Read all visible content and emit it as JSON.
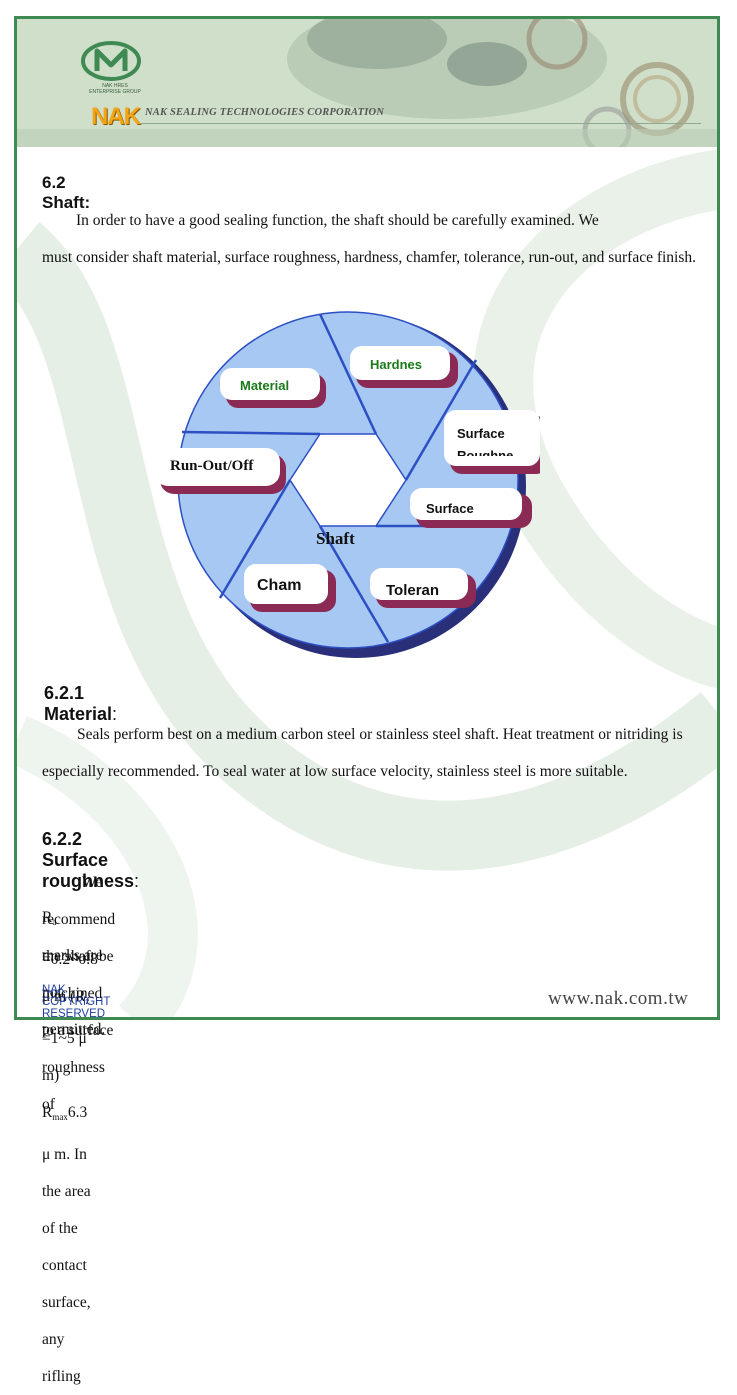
{
  "header": {
    "logo_small_text_line1": "NAK HRES",
    "logo_small_text_line2": "ENTERPRISE GROUP",
    "brand": "NAK",
    "company": "NAK SEALING TECHNOLOGIES CORPORATION"
  },
  "section": {
    "title": "6.2  Shaft:",
    "intro_line1": "In order to have a good sealing function, the shaft should be carefully examined. We",
    "intro_rest": "must consider shaft material, surface roughness, hardness, chamfer, tolerance, run-out, and surface finish."
  },
  "diagram": {
    "center_label": "Shaft",
    "tags": [
      "Material",
      "Hardnes",
      "Surface Roughne",
      "Surface",
      "Toleran",
      "Cham",
      "Run-Out/Off"
    ]
  },
  "material": {
    "heading_bold": "6.2.1 Material",
    "heading_tail": ":",
    "text": "Seals perform best on a medium carbon steel or stainless steel shaft. Heat treatment or nitriding is especially recommended. To seal water at low surface velocity, stainless steel is more suitable."
  },
  "roughness": {
    "heading_bold": "6.2.2 Surface roughness",
    "heading_tail": ":",
    "line1": "We recommend the shaft be machined to a surface roughness of",
    "ra_sym": "R",
    "ra_sub": "a",
    "ra_val": " =0.2~0.8 μ m (R",
    "rz_sub": "z",
    "rz_val": " =1~5 μ m) R",
    "rmax_sub": "max",
    "rmax_val": "6.3 μ m. In the area of the contact surface, any rifling",
    "line3": "marks are not permitted."
  },
  "footer": {
    "copyright": "NAK COPYRIGHT RESERVED",
    "website": "www.nak.com.tw"
  },
  "colors": {
    "frame": "#3f8a52",
    "disc": "#a7c8f2",
    "disc_shadow": "#2a2f7a",
    "tag_shadow": "#8a2a55",
    "material_text": "#1a7a1a",
    "copyright": "#1e3fa0"
  }
}
